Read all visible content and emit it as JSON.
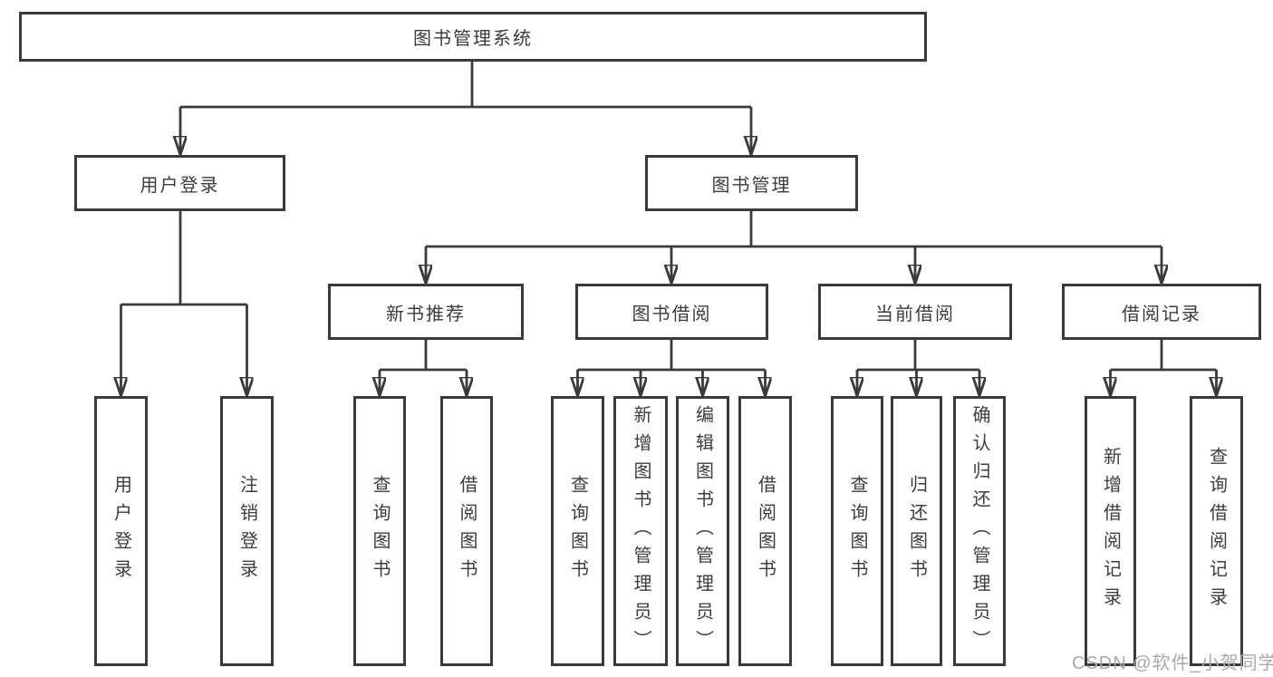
{
  "page": {
    "background": "#ffffff"
  },
  "diagram": {
    "type": "tree",
    "line_color": "#3a3a3a",
    "box_border_color": "#3a3a3a",
    "text_color": "#3d3d3d",
    "root": {
      "label": "图书管理系统",
      "children": [
        {
          "label": "用户登录",
          "children": [
            {
              "label": "用户登录"
            },
            {
              "label": "注销登录"
            }
          ]
        },
        {
          "label": "图书管理",
          "children": [
            {
              "label": "新书推荐",
              "children": [
                {
                  "label": "查询图书"
                },
                {
                  "label": "借阅图书"
                }
              ]
            },
            {
              "label": "图书借阅",
              "children": [
                {
                  "label": "查询图书"
                },
                {
                  "label": "新增图书（管理员）"
                },
                {
                  "label": "编辑图书（管理员）"
                },
                {
                  "label": "借阅图书"
                }
              ]
            },
            {
              "label": "当前借阅",
              "children": [
                {
                  "label": "查询图书"
                },
                {
                  "label": "归还图书"
                },
                {
                  "label": "确认归还（管理员）"
                }
              ]
            },
            {
              "label": "借阅记录",
              "children": [
                {
                  "label": "新增借阅记录"
                },
                {
                  "label": "查询借阅记录"
                }
              ]
            }
          ]
        }
      ]
    }
  },
  "watermark": {
    "text": "CSDN @软件_小贺同学",
    "color": "#a9a9a9"
  }
}
